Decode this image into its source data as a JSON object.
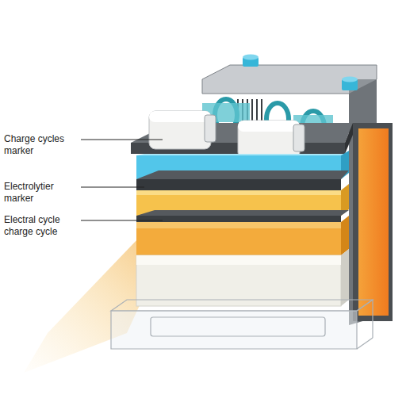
{
  "diagram": {
    "labels": [
      "Charge cycles marker",
      "Electrolytier marker",
      "Electral cycle charge cycle"
    ]
  }
}
